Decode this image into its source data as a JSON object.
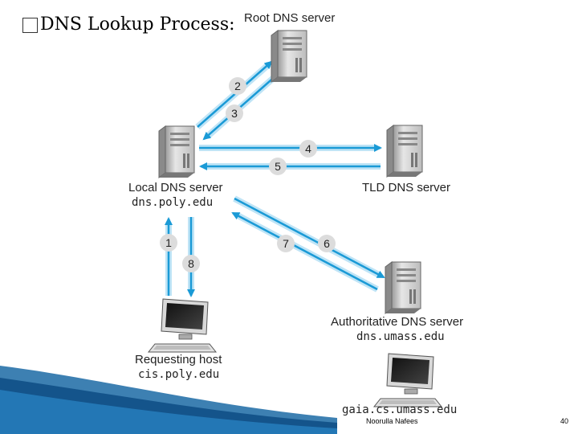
{
  "slide": {
    "bullet_icon": "square-bullet-icon",
    "title": "DNS Lookup Process:",
    "footer_author": "Noorulla Nafees",
    "page_number": "40"
  },
  "diagram": {
    "root_server": {
      "label": "Root DNS server"
    },
    "local_server": {
      "label": "Local DNS server",
      "host": "dns.poly.edu"
    },
    "tld_server": {
      "label": "TLD DNS server"
    },
    "auth_server": {
      "label": "Authoritative DNS server",
      "host": "dns.umass.edu"
    },
    "requesting_host": {
      "label": "Requesting host",
      "host": "cis.poly.edu"
    },
    "target_host": {
      "host": "gaia.cs.umass.edu"
    },
    "steps": [
      "1",
      "2",
      "3",
      "4",
      "5",
      "6",
      "7",
      "8"
    ],
    "colors": {
      "arrow": "#1a9ad6",
      "arrow_glow": "#bfe4f6",
      "step_badge_fill": "#dcdcdc",
      "accent_blue": "#1b6aa5"
    }
  }
}
